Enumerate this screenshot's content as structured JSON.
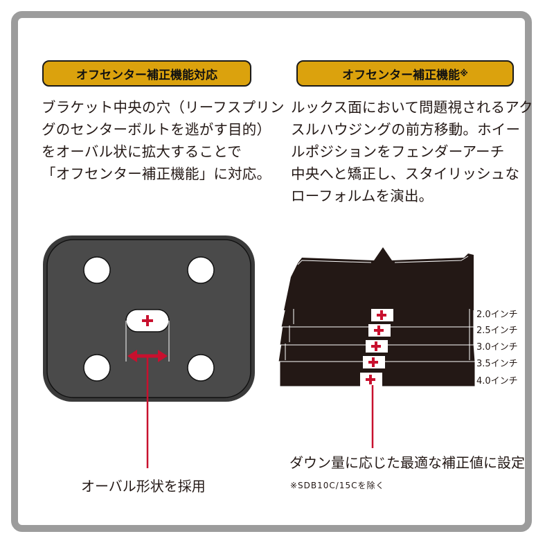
{
  "left": {
    "heading": "オフセンター補正機能対応",
    "paragraph": "ブラケット中央の穴（リーフスプリン\nグのセンターボルトを逃がす目的）\nをオーバル状に拡大することで\n「オフセンター補正機能」に対応。",
    "caption": "オーバル形状を採用"
  },
  "right": {
    "heading": "オフセンター補正機能",
    "heading_mark": "※",
    "paragraph": "ルックス面において問題視されるアク\nスルハウジングの前方移動。ホイー\nルポジションをフェンダーアーチ\n中央へと矯正し、スタイリッシュな\nローフォルムを演出。",
    "caption": "ダウン量に応じた最適な補正値に設定",
    "note": "※SDB10C/15Cを除く",
    "levels": [
      "2.0インチ",
      "2.5インチ",
      "3.0インチ",
      "3.5インチ",
      "4.0インチ"
    ]
  },
  "colors": {
    "heading_bg": "#dba20d",
    "plate": "#4a4a4a",
    "block": "#231815",
    "accent_red": "#c8102e",
    "frame": "#9c9c9c"
  }
}
